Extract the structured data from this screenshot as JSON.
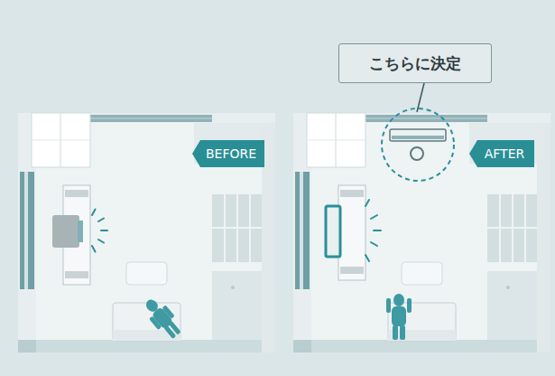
{
  "diagram": {
    "nodes": [
      {
        "text": [
          "こちらに決定"
        ]
      },
      {
        "text": [
          "BEFORE"
        ]
      },
      {
        "text": [
          "AFTER"
        ]
      }
    ]
  }
}
